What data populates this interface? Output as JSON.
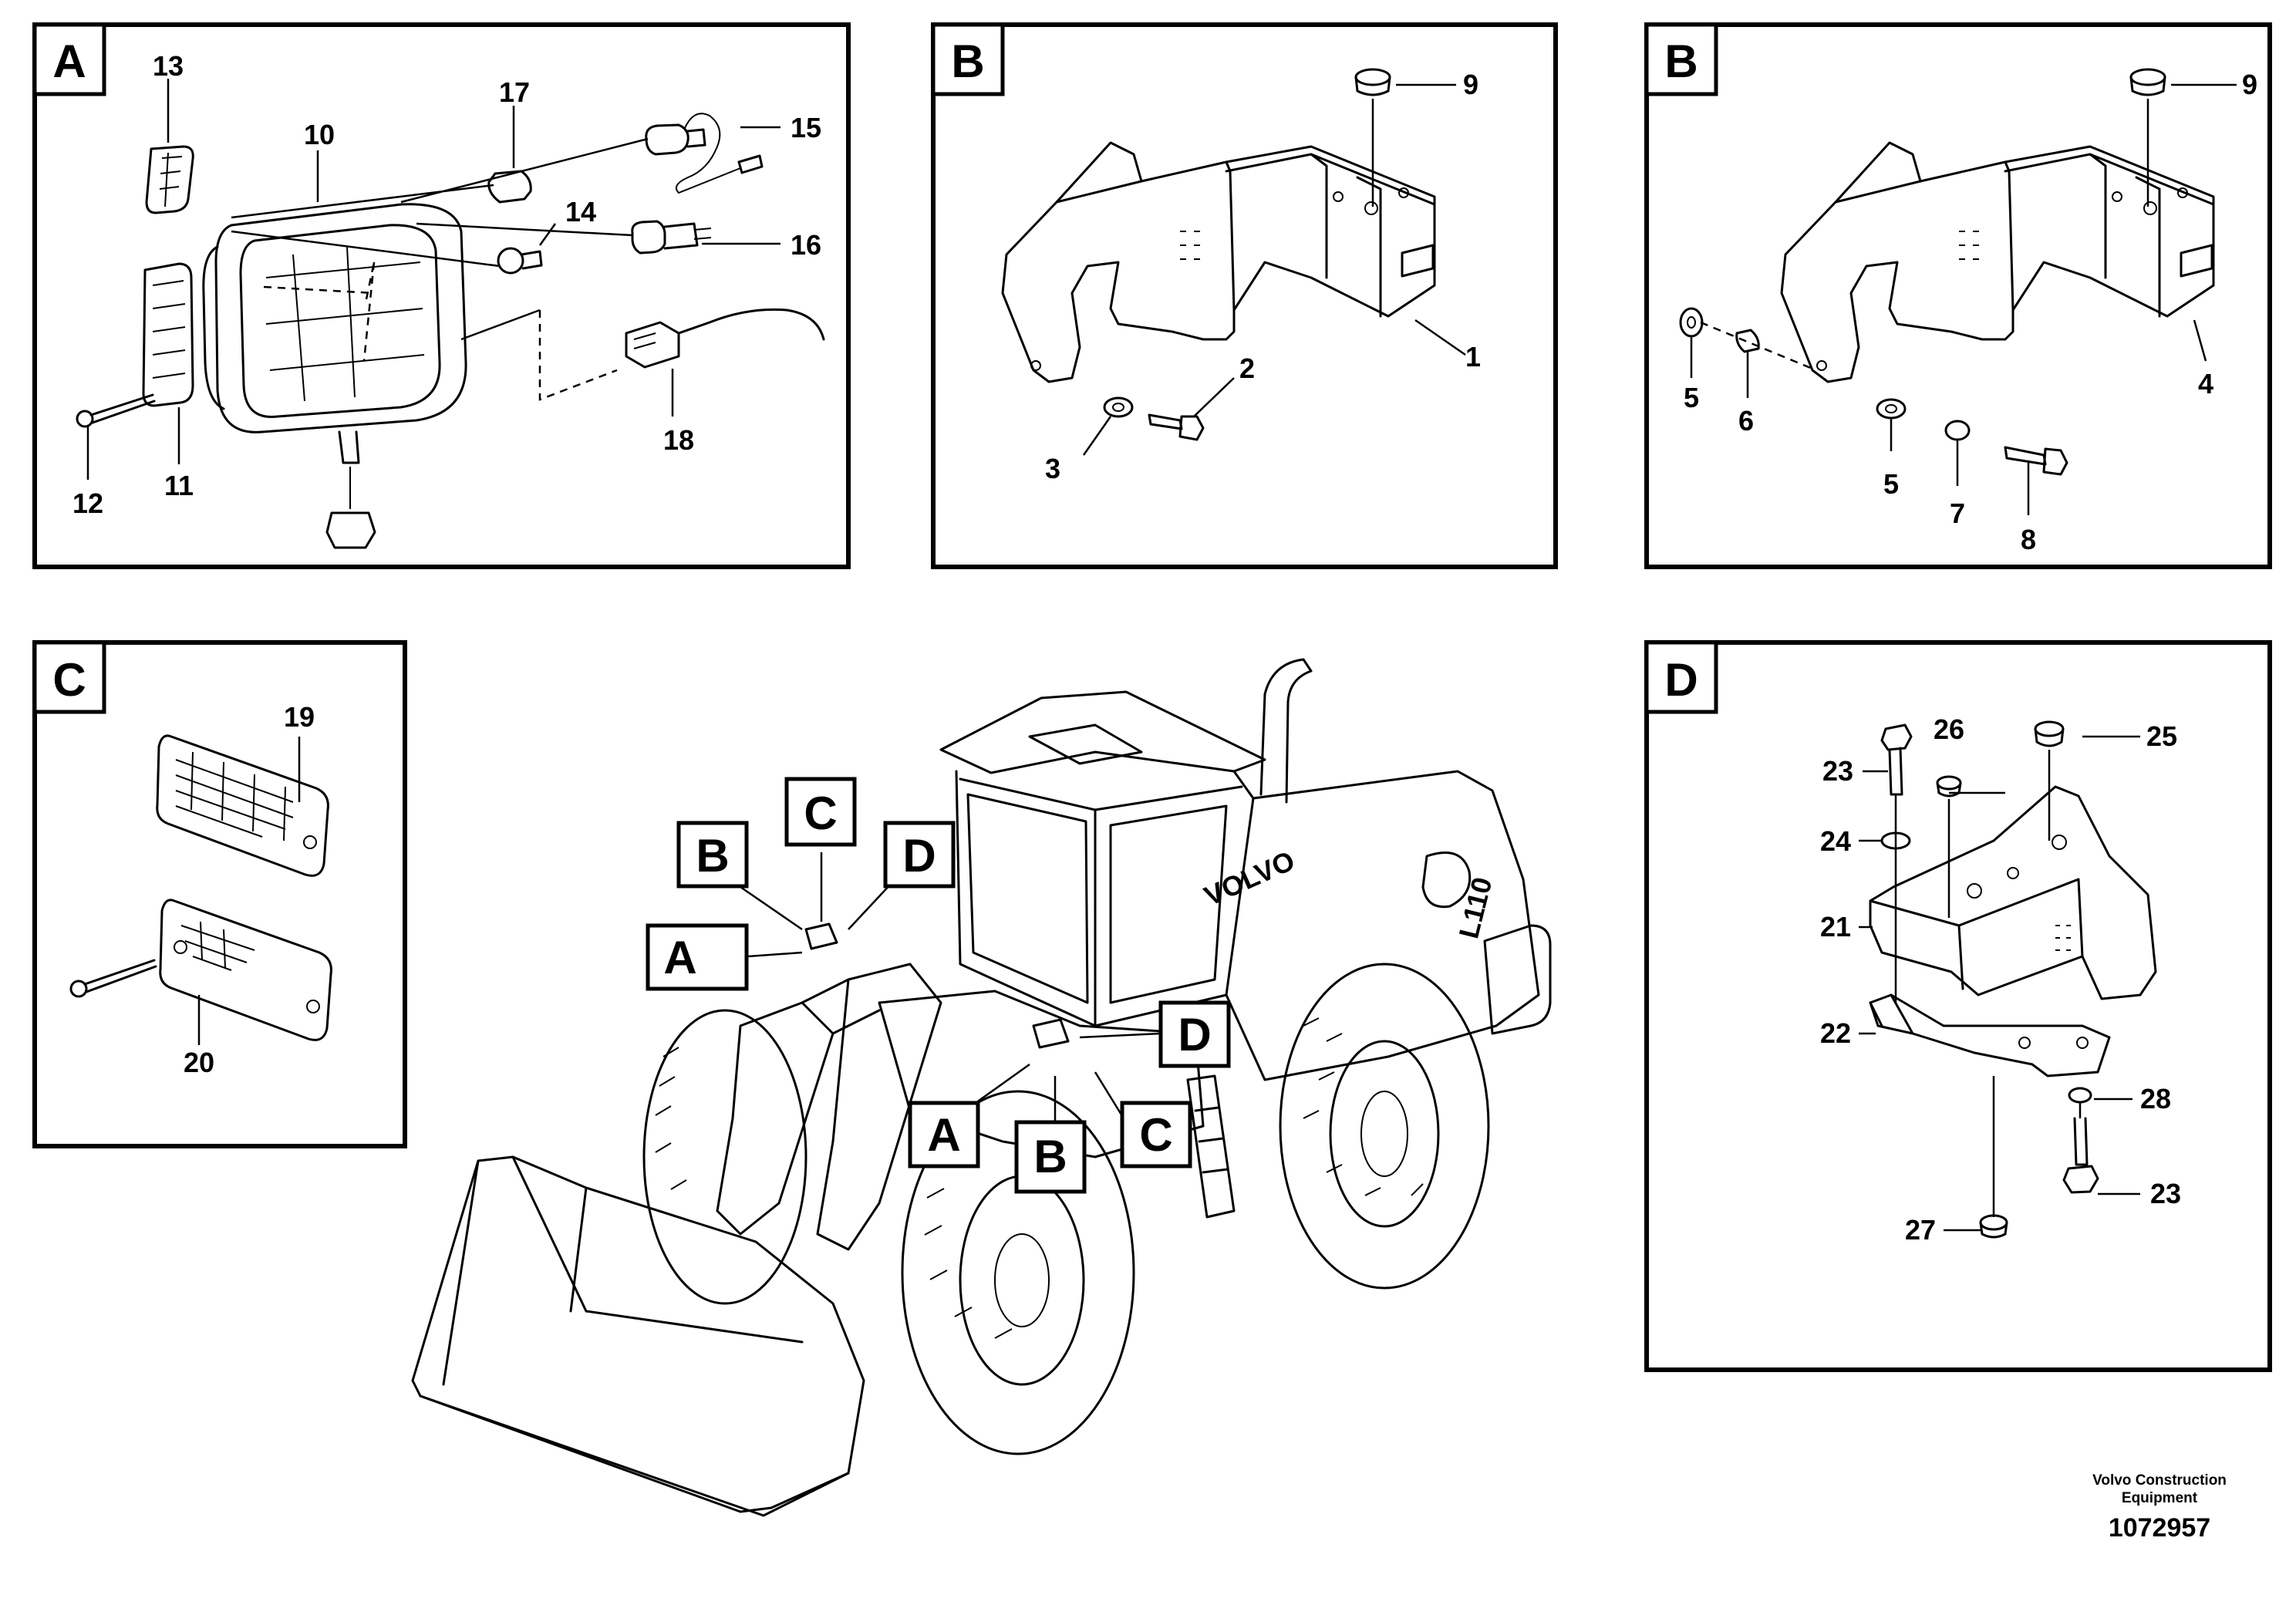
{
  "panels": {
    "a": {
      "tag": "A",
      "callouts": [
        "13",
        "10",
        "17",
        "15",
        "14",
        "16",
        "12",
        "11",
        "18"
      ]
    },
    "b1": {
      "tag": "B",
      "callouts": [
        "9",
        "1",
        "2",
        "3"
      ]
    },
    "b2": {
      "tag": "B",
      "callouts": [
        "9",
        "4",
        "5",
        "6",
        "5",
        "7",
        "8"
      ]
    },
    "c": {
      "tag": "C",
      "callouts": [
        "19",
        "20"
      ]
    },
    "d": {
      "tag": "D",
      "callouts": [
        "26",
        "25",
        "23",
        "24",
        "21",
        "22",
        "28",
        "23",
        "27"
      ]
    }
  },
  "machine": {
    "brand": "VOLVO",
    "model": "L110",
    "markers": [
      "B",
      "C",
      "D",
      "A",
      "D",
      "A",
      "B",
      "C"
    ]
  },
  "footer": {
    "company_line1": "Volvo Construction",
    "company_line2": "Equipment",
    "drawing_number": "1072957"
  }
}
